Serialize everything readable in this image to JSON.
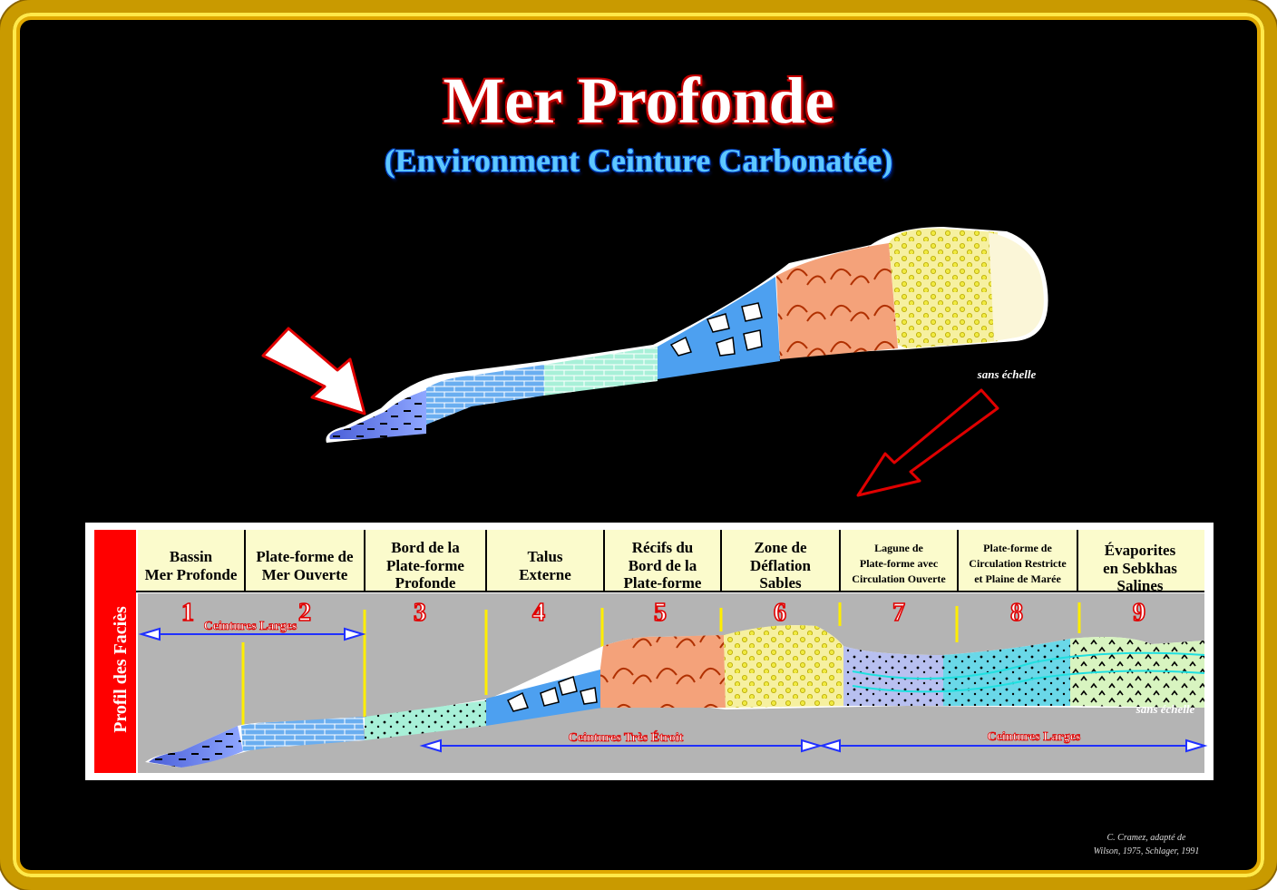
{
  "title": "Mer Profonde",
  "subtitle": "(Environment Ceinture Carbonatée)",
  "scale_note_top": "sans échelle",
  "scale_note_bottom": "sans échelle",
  "side_label": "Profil des Faciès",
  "belts": {
    "left": "Ceintures  Larges",
    "middle": "Ceintures Très Étroit",
    "right": "Ceintures Larges"
  },
  "facies": [
    {
      "number": "1",
      "line1": "Bassin",
      "line2": "Mer Profonde",
      "line3": ""
    },
    {
      "number": "2",
      "line1": "Plate-forme de",
      "line2": "Mer Ouverte",
      "line3": ""
    },
    {
      "number": "3",
      "line1": "Bord de la",
      "line2": "Plate-forme",
      "line3": "Profonde"
    },
    {
      "number": "4",
      "line1": "Talus",
      "line2": "Externe",
      "line3": ""
    },
    {
      "number": "5",
      "line1": "Récifs du",
      "line2": "Bord de la",
      "line3": "Plate-forme"
    },
    {
      "number": "6",
      "line1": "Zone de",
      "line2": "Déflation",
      "line3": "Sables"
    },
    {
      "number": "7",
      "line1": "Lagune de",
      "line2": "Plate-forme avec",
      "line3": "Circulation Ouverte"
    },
    {
      "number": "8",
      "line1": "Plate-forme de",
      "line2": "Circulation Restricte",
      "line3": "et Plaine de Marée"
    },
    {
      "number": "9",
      "line1": "Évaporites",
      "line2": "en Sebkhas",
      "line3": "Salines"
    }
  ],
  "credit": {
    "line1": "C. Cramez, adapté de",
    "line2": "Wilson, 1975,  Schlager, 1991"
  }
}
